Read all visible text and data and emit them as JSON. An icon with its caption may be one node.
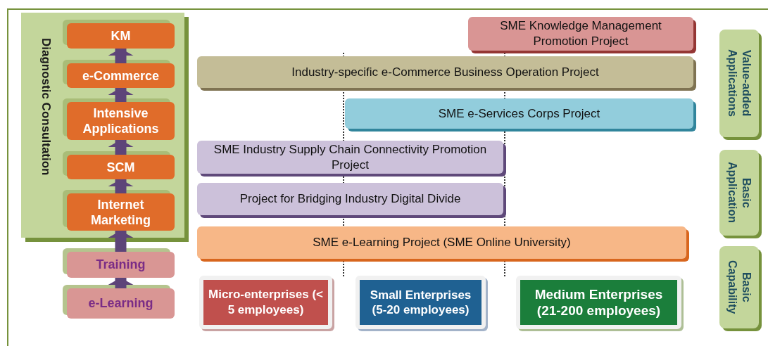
{
  "diagram": {
    "nodes": [
      {
        "text": [
          "Diagnostic Consultation"
        ]
      },
      {
        "text": [
          "KM"
        ],
        "in": 0
      },
      {
        "text": [
          "e-Commerce"
        ],
        "in": 0
      },
      {
        "text": [
          "Intensive Applications"
        ],
        "in": 0
      },
      {
        "text": [
          "SCM"
        ],
        "in": 0
      },
      {
        "text": [
          "Internet Marketing"
        ],
        "in": 0
      },
      {
        "text": [
          "Training"
        ]
      },
      {
        "text": [
          "e-Learning"
        ]
      },
      {
        "text": [
          "SME Knowledge Management Promotion Project"
        ]
      },
      {
        "text": [
          "Industry-specific e-Commerce Business Operation Project"
        ]
      },
      {
        "text": [
          "SME e-Services Corps Project"
        ]
      },
      {
        "text": [
          "SME Industry Supply Chain Connectivity Promotion Project"
        ]
      },
      {
        "text": [
          "Project for Bridging Industry Digital Divide"
        ]
      },
      {
        "text": [
          "SME e-Learning Project (SME Online University)"
        ]
      },
      {
        "text": [
          "Micro-enterprises (< 5 employees)"
        ]
      },
      {
        "text": [
          "Small Enterprises (5-20 employees)"
        ]
      },
      {
        "text": [
          "Medium Enterprises (21-200 employees)"
        ]
      },
      {
        "text": [
          "Value-added Applications"
        ]
      },
      {
        "text": [
          "Basic Application"
        ]
      },
      {
        "text": [
          "Basic Capability"
        ]
      }
    ],
    "edges": [
      {
        "from": 7,
        "to": 6,
        "arrow": "to"
      },
      {
        "from": 6,
        "to": 5,
        "arrow": "to"
      },
      {
        "from": 5,
        "to": 4,
        "arrow": "to"
      },
      {
        "from": 4,
        "to": 3,
        "arrow": "to"
      },
      {
        "from": 3,
        "to": 2,
        "arrow": "to"
      },
      {
        "from": 2,
        "to": 1,
        "arrow": "to"
      }
    ]
  }
}
